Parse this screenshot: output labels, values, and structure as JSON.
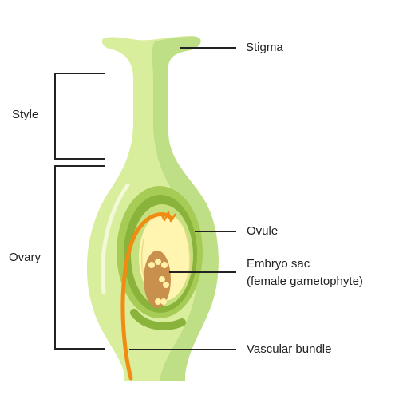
{
  "labels": {
    "stigma": "Stigma",
    "style": "Style",
    "ovary": "Ovary",
    "ovule": "Ovule",
    "embryo_sac_line1": "Embryo sac",
    "embryo_sac_line2": "(female gametophyte)",
    "vascular_bundle": "Vascular bundle"
  },
  "colors": {
    "pistil_light": "#d9ee9d",
    "pistil_shadow": "#bfdf86",
    "ovary_wall": "#a6cc56",
    "ovule_outer": "#89b33b",
    "ovule_inner": "#c6e07e",
    "nucellus": "#fff4b0",
    "embryo_sac": "#c98f4c",
    "embryo_cells": "#fff1a8",
    "vascular": "#f08c12",
    "leader_line": "#222222"
  }
}
